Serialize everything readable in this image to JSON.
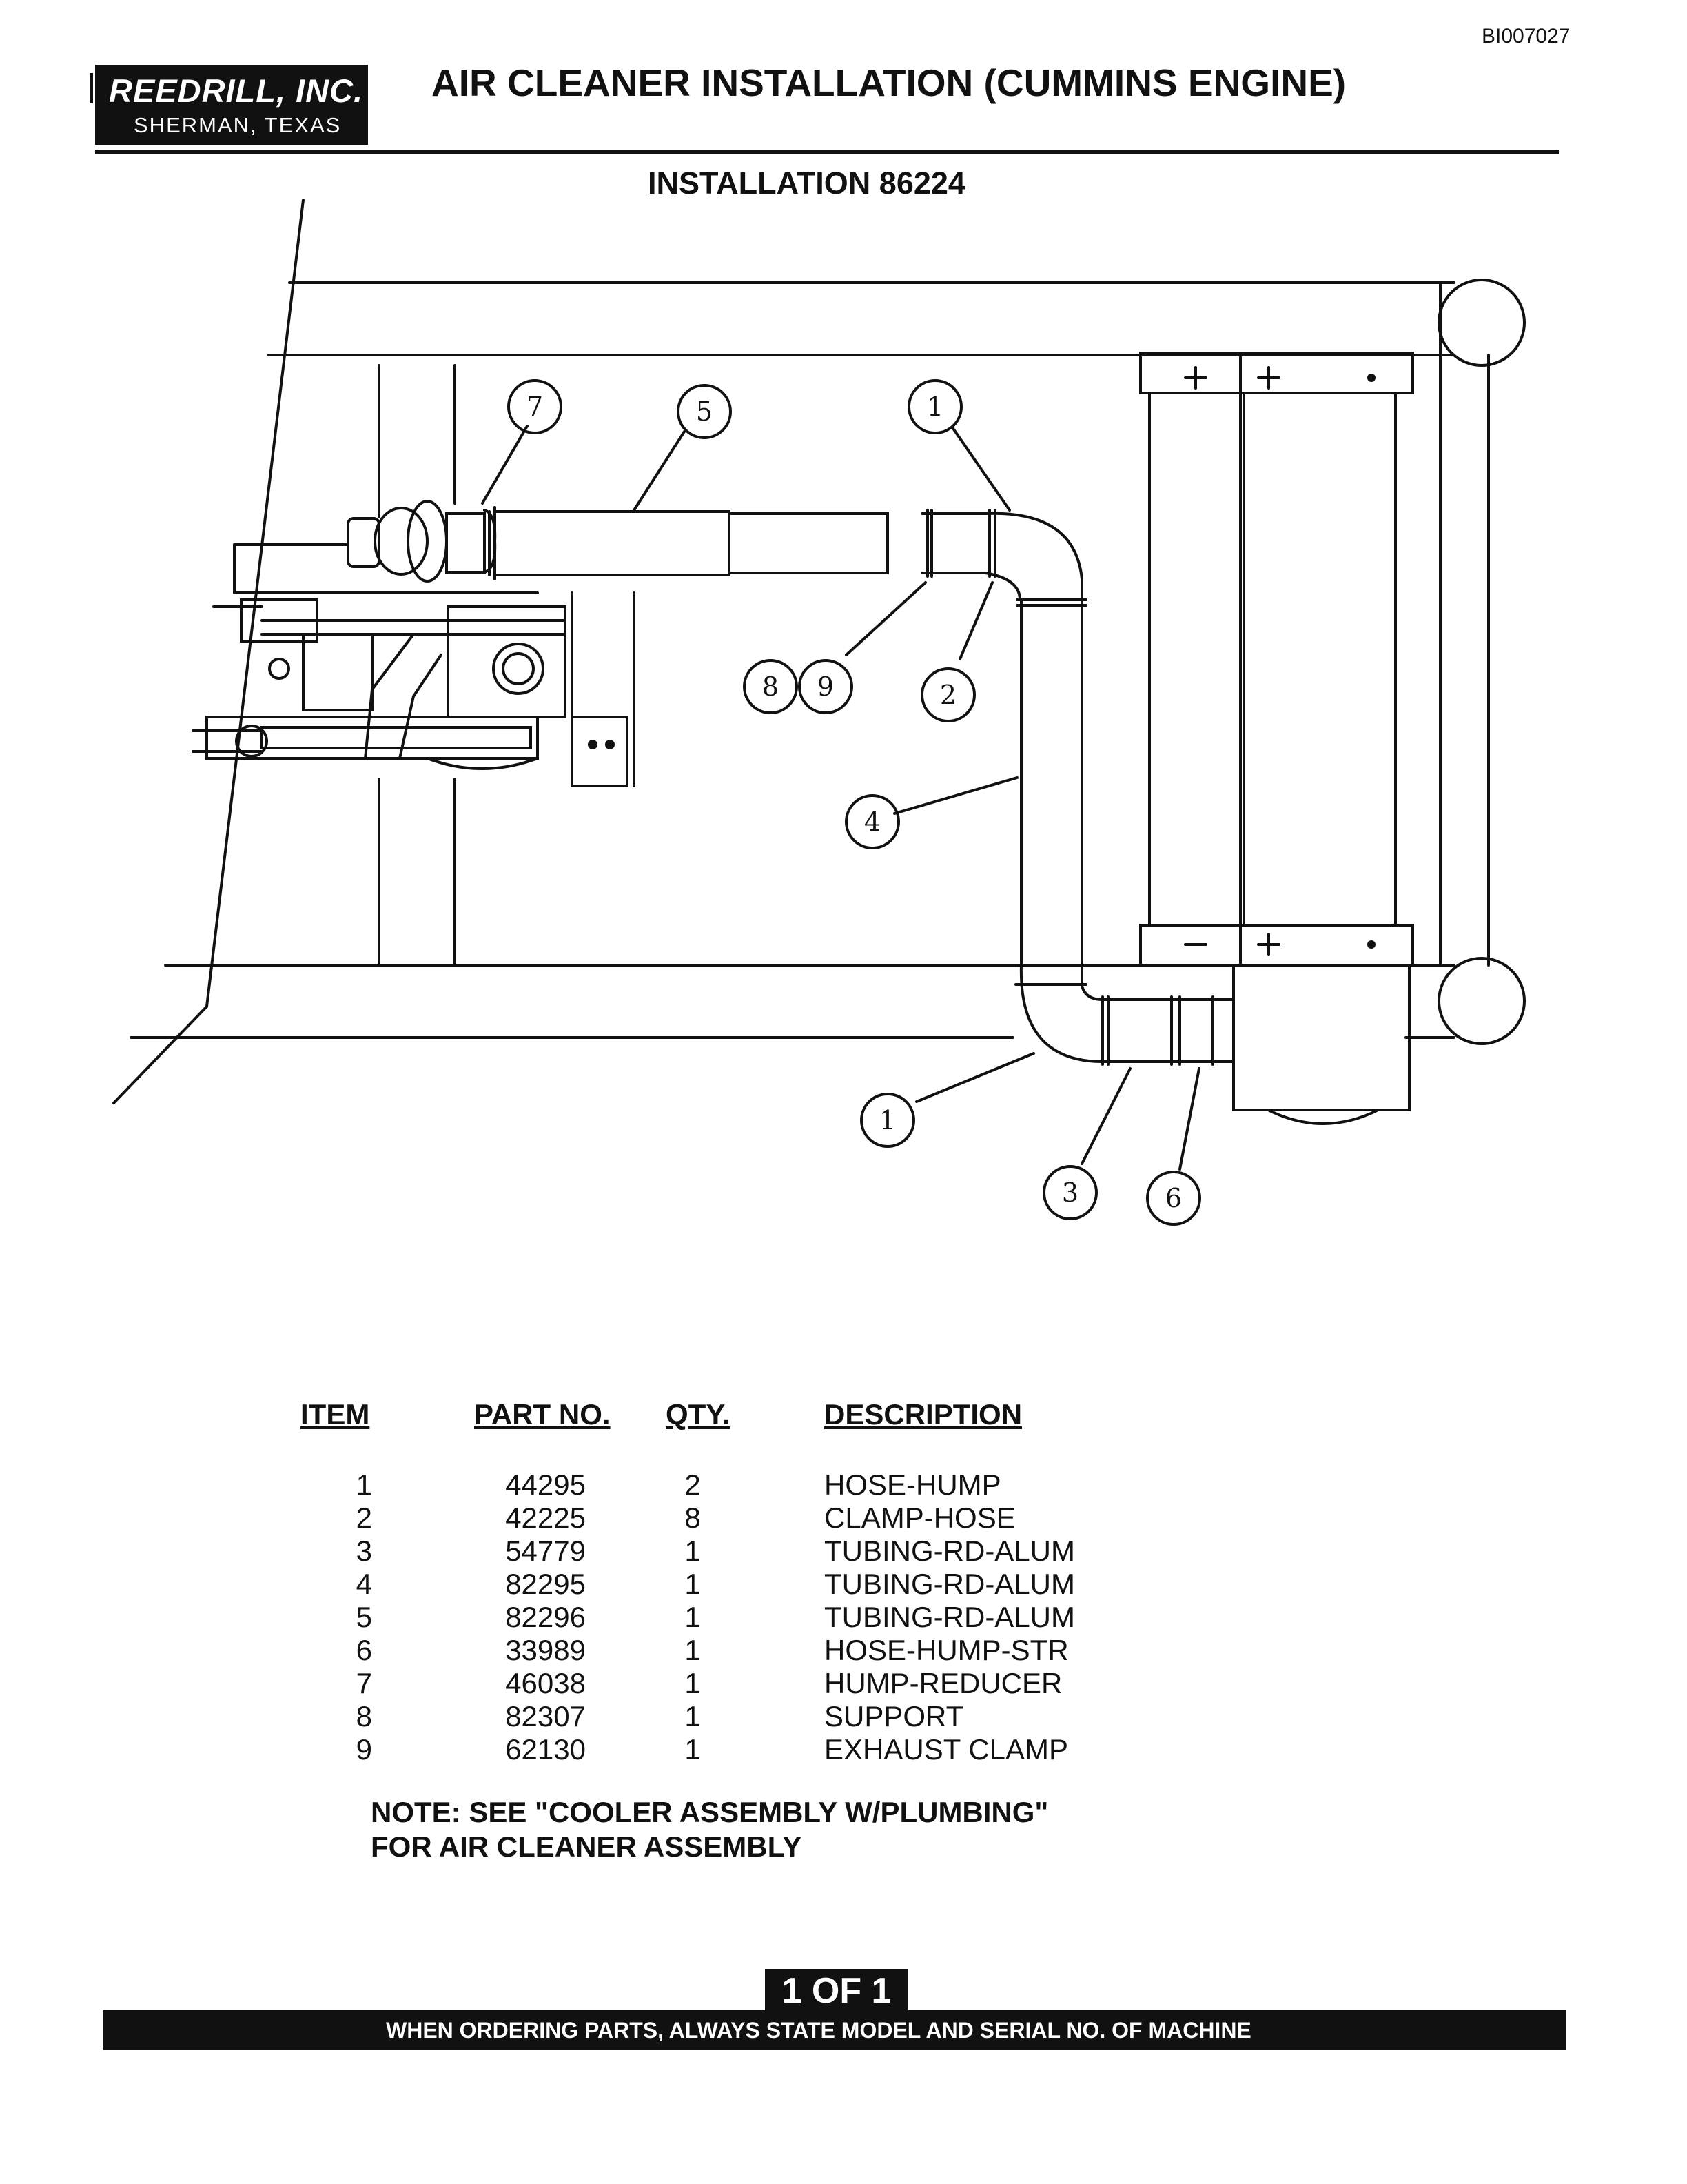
{
  "doc_id": "BI007027",
  "company": {
    "name": "REEDRILL, INC.",
    "location": "SHERMAN, TEXAS"
  },
  "title": "AIR CLEANER INSTALLATION (CUMMINS ENGINE)",
  "subtitle": "INSTALLATION 86224",
  "callouts": [
    "7",
    "5",
    "1",
    "8",
    "9",
    "2",
    "4",
    "1",
    "3",
    "6"
  ],
  "table": {
    "headers": {
      "item": "ITEM",
      "part": "PART NO.",
      "qty": "QTY.",
      "desc": "DESCRIPTION"
    },
    "rows": [
      {
        "item": "1",
        "part": "44295",
        "qty": "2",
        "desc": "HOSE-HUMP"
      },
      {
        "item": "2",
        "part": "42225",
        "qty": "8",
        "desc": "CLAMP-HOSE"
      },
      {
        "item": "3",
        "part": "54779",
        "qty": "1",
        "desc": "TUBING-RD-ALUM"
      },
      {
        "item": "4",
        "part": "82295",
        "qty": "1",
        "desc": "TUBING-RD-ALUM"
      },
      {
        "item": "5",
        "part": "82296",
        "qty": "1",
        "desc": "TUBING-RD-ALUM"
      },
      {
        "item": "6",
        "part": "33989",
        "qty": "1",
        "desc": "HOSE-HUMP-STR"
      },
      {
        "item": "7",
        "part": "46038",
        "qty": "1",
        "desc": "HUMP-REDUCER"
      },
      {
        "item": "8",
        "part": "82307",
        "qty": "1",
        "desc": "SUPPORT"
      },
      {
        "item": "9",
        "part": "62130",
        "qty": "1",
        "desc": "EXHAUST CLAMP"
      }
    ]
  },
  "note": {
    "line1": "NOTE: SEE \"COOLER ASSEMBLY W/PLUMBING\"",
    "line2": "FOR AIR CLEANER ASSEMBLY"
  },
  "page_label": "1 OF 1",
  "footer": "WHEN ORDERING PARTS, ALWAYS STATE MODEL AND SERIAL NO. OF MACHINE"
}
